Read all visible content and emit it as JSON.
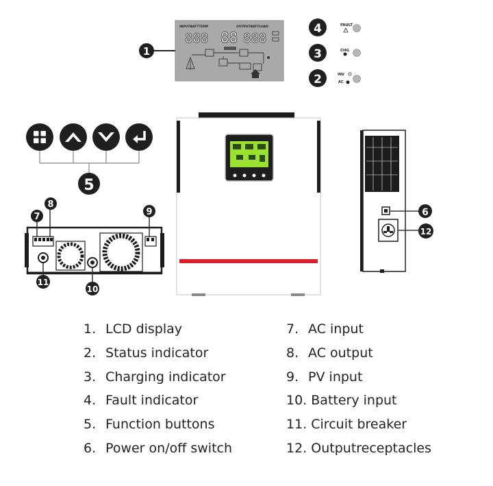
{
  "callouts": {
    "c1": "1",
    "c2": "2",
    "c3": "3",
    "c4": "4",
    "c5": "5",
    "c6": "6",
    "c7": "7",
    "c8": "8",
    "c9": "9",
    "c10": "10",
    "c11": "11",
    "c12": "12"
  },
  "indicator_labels": {
    "fault": "FAULT",
    "chg": "CHG",
    "inv": "INV",
    "ac": "AC"
  },
  "lcd_labels": {
    "input_header": "INPUTBATTTEMP",
    "output_header": "OUTPUTBATTLOAD",
    "digits_left": "888",
    "digits_center": "88",
    "digits_right": "888"
  },
  "legend_left": [
    {
      "num": "1.",
      "text": "LCD display"
    },
    {
      "num": "2.",
      "text": "Status indicator"
    },
    {
      "num": "3.",
      "text": "Charging indicator"
    },
    {
      "num": "4.",
      "text": "Fault indicator"
    },
    {
      "num": "5.",
      "text": "Function buttons"
    },
    {
      "num": "6.",
      "text": "Power on/off switch"
    }
  ],
  "legend_right": [
    {
      "num": "7.",
      "text": "AC input"
    },
    {
      "num": "8.",
      "text": "AC output"
    },
    {
      "num": "9.",
      "text": "PV input"
    },
    {
      "num": "10.",
      "text": "Battery input"
    },
    {
      "num": "11.",
      "text": "Circuit breaker"
    },
    {
      "num": "12.",
      "text": "Outputreceptacles"
    }
  ],
  "colors": {
    "callout_bg": "#1f1f1f",
    "accent_red": "#d8202c",
    "lcd_bg": "#a9a9a9",
    "lcd_green": "#9be22e",
    "indicator_grey": "#b5b5b5",
    "device_body": "#ffffff",
    "device_dark": "#1c1c1c"
  },
  "icons": {
    "button_menu": "grid-icon",
    "button_up": "chevron-up-icon",
    "button_down": "chevron-down-icon",
    "button_enter": "enter-arrow-icon"
  }
}
